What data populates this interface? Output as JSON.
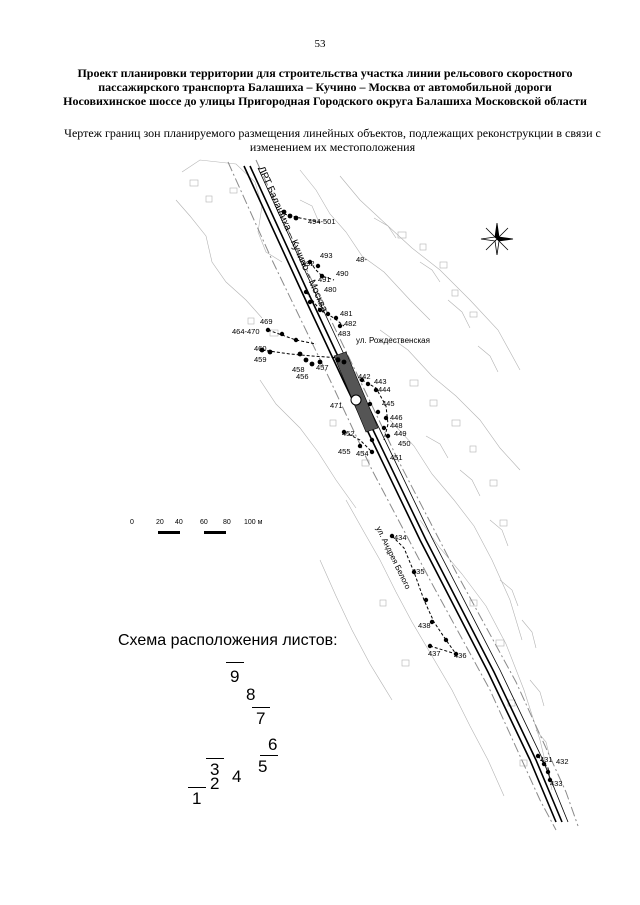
{
  "page_number": "53",
  "title": "Проект планировки территории для строительства участка линии рельсового скоростного пассажирского транспорта Балашиха – Кучино – Москва от автомобильной дороги Носовихинское шоссе до улицы Пригородная Городского округа Балашиха Московской области",
  "subtitle": "Чертеж границ зон планируемого размещения линейных объектов, подлежащих реконструкции в связи с изменением их местоположения",
  "map": {
    "railway_label": "ЛРТ Балашиха – Кучино – Москва",
    "street_labels": {
      "rozhdestvenskaya": "ул. Рождественская",
      "andreya_belogo": "ул. Андрея Белого"
    },
    "point_labels": [
      "494-501",
      "493",
      "492",
      "48-",
      "490",
      "491",
      "480",
      "481",
      "482",
      "483",
      "469",
      "464-470",
      "460",
      "459",
      "458",
      "457",
      "456",
      "442",
      "443",
      "444",
      "445",
      "446",
      "448",
      "449",
      "450",
      "451",
      "452",
      "455",
      "454",
      "471",
      "434",
      "435",
      "438",
      "437",
      "436",
      "431",
      "432",
      "433"
    ]
  },
  "scale_bar": {
    "ticks": [
      "0",
      "20",
      "40",
      "60",
      "80",
      "100 м"
    ]
  },
  "sheet_legend": {
    "title": "Схема расположения листов:",
    "sheets": [
      "1",
      "2",
      "3",
      "4",
      "5",
      "6",
      "7",
      "8",
      "9"
    ]
  }
}
